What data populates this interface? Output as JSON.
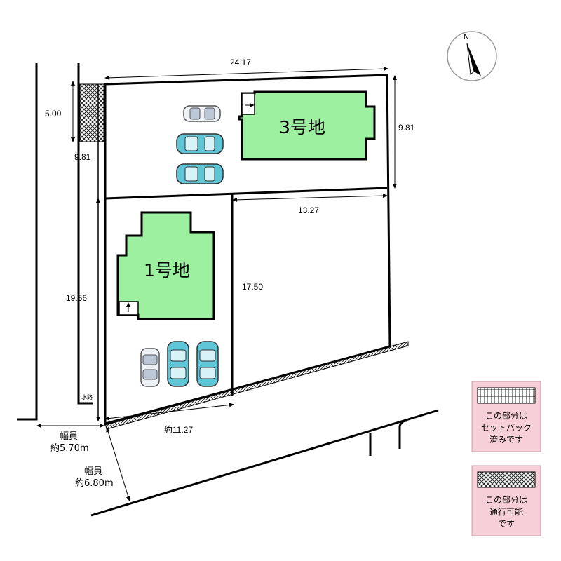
{
  "compass": {
    "north_label": "N"
  },
  "lots": {
    "lot3": {
      "label": "3号地"
    },
    "lot1": {
      "label": "1号地"
    }
  },
  "dimensions": {
    "top_width": "24.17",
    "right_height": "9.81",
    "left_setback": "5.00",
    "left_upper": "9.81",
    "left_lower": "19.56",
    "inner_top": "13.27",
    "inner_height": "17.50",
    "bottom_width": "約11.27"
  },
  "labels": {
    "waterway": "水路"
  },
  "roads": {
    "road1": {
      "line1": "幅員",
      "line2": "約5.70m"
    },
    "road2": {
      "line1": "幅員",
      "line2": "約6.80m"
    }
  },
  "legend": {
    "setback": {
      "line1": "この部分は",
      "line2": "セットバック",
      "line3": "済みです"
    },
    "passable": {
      "line1": "この部分は",
      "line2": "通行可能",
      "line3": "です"
    },
    "background_color": "#f7cfd8",
    "lot_color": "#9cf0a0"
  }
}
